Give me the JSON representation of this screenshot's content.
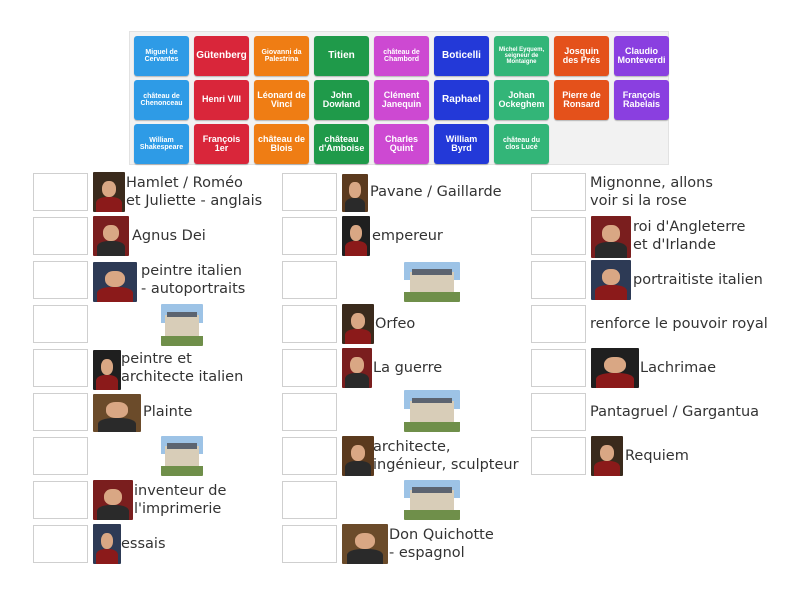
{
  "tiles": [
    {
      "label": "Miguel de Cervantes",
      "color": "#2e9be6"
    },
    {
      "label": "Gütenberg",
      "color": "#d9263a"
    },
    {
      "label": "Giovanni da Palestrina",
      "color": "#ef7d14"
    },
    {
      "label": "Titien",
      "color": "#1f9a4a"
    },
    {
      "label": "château de Chambord",
      "color": "#cd49d2"
    },
    {
      "label": "Boticelli",
      "color": "#2339d8"
    },
    {
      "label": "Michel Eyquem, seigneur de Montaigne",
      "color": "#33b578"
    },
    {
      "label": "Josquin des Prés",
      "color": "#e4511b"
    },
    {
      "label": "Claudio Monteverdi",
      "color": "#8a3fe0"
    },
    {
      "label": "château de Chenonceau",
      "color": "#2e9be6"
    },
    {
      "label": "Henri VIII",
      "color": "#d9263a"
    },
    {
      "label": "Léonard de Vinci",
      "color": "#ef7d14"
    },
    {
      "label": "John Dowland",
      "color": "#1f9a4a"
    },
    {
      "label": "Clément Janequin",
      "color": "#cd49d2"
    },
    {
      "label": "Raphael",
      "color": "#2339d8"
    },
    {
      "label": "Johan Ockeghem",
      "color": "#33b578"
    },
    {
      "label": "Pierre de Ronsard",
      "color": "#e4511b"
    },
    {
      "label": "François Rabelais",
      "color": "#8a3fe0"
    },
    {
      "label": "William Shakespeare",
      "color": "#2e9be6"
    },
    {
      "label": "François 1er",
      "color": "#d9263a"
    },
    {
      "label": "château de Blois",
      "color": "#ef7d14"
    },
    {
      "label": "château d'Amboise",
      "color": "#1f9a4a"
    },
    {
      "label": "Charles Quint",
      "color": "#cd49d2"
    },
    {
      "label": "William Byrd",
      "color": "#2339d8"
    },
    {
      "label": "château du clos Lucé",
      "color": "#33b578"
    }
  ],
  "columns": [
    [
      {
        "text": "Hamlet / Roméo\net Juliette - anglais",
        "image": "shakespeare-portrait"
      },
      {
        "text": "Agnus Dei",
        "image": "composer-portrait"
      },
      {
        "text": "peintre italien\n- autoportraits",
        "image": "botticelli-portrait"
      },
      {
        "text": "",
        "image": "castle-photo"
      },
      {
        "text": "peintre et\narchitecte italien",
        "image": "raphael-portrait"
      },
      {
        "text": "Plainte",
        "image": "janequin-portrait"
      },
      {
        "text": "",
        "image": "chenonceau-photo"
      },
      {
        "text": "inventeur de\nl'imprimerie",
        "image": "gutenberg-engraving"
      },
      {
        "text": "essais",
        "image": "montaigne-portrait"
      }
    ],
    [
      {
        "text": "Pavane / Gaillarde",
        "image": "byrd-portrait"
      },
      {
        "text": "empereur",
        "image": "charles-quint-portrait"
      },
      {
        "text": "",
        "image": "chambord-photo"
      },
      {
        "text": "Orfeo",
        "image": "monteverdi-portrait"
      },
      {
        "text": "La guerre",
        "image": "palestrina-portrait"
      },
      {
        "text": "",
        "image": "clos-luce-photo"
      },
      {
        "text": "architecte,\ningénieur, sculpteur",
        "image": "leonardo-portrait"
      },
      {
        "text": "",
        "image": "amboise-photo"
      },
      {
        "text": "Don Quichotte\n- espagnol",
        "image": "cervantes-portrait"
      }
    ],
    [
      {
        "text": "Mignonne, allons\nvoir si la rose",
        "image": ""
      },
      {
        "text": "roi d'Angleterre\net d'Irlande",
        "image": "henri-viii-portrait"
      },
      {
        "text": "portraitiste italien",
        "image": "titien-portrait"
      },
      {
        "text": "renforce le pouvoir royal",
        "image": ""
      },
      {
        "text": "Lachrimae",
        "image": "dowland-portrait"
      },
      {
        "text": "Pantagruel / Gargantua",
        "image": ""
      },
      {
        "text": "Requiem",
        "image": "ockeghem-portrait"
      }
    ]
  ]
}
